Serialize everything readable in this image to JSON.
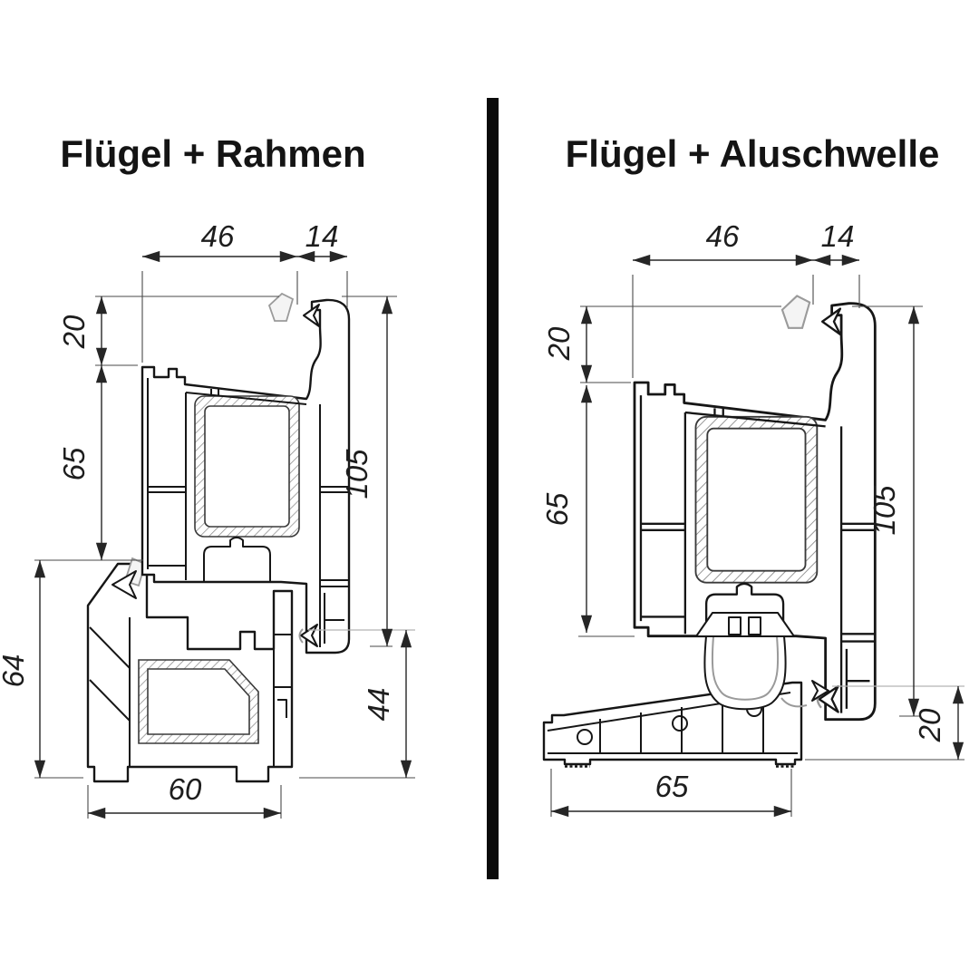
{
  "colors": {
    "background": "#ffffff",
    "profile_line": "#161616",
    "dimension_line": "#262626",
    "auxiliary_line": "#b3b3b3",
    "divider": "#0a0a0a"
  },
  "panels": [
    {
      "title": "Flügel + Rahmen",
      "dimensions": {
        "sash_width": "46",
        "overlap_width": "14",
        "top_offset": "20",
        "sash_height": "65",
        "frame_height": "64",
        "total_height": "105",
        "lower_height": "44",
        "frame_width": "60"
      }
    },
    {
      "title": "Flügel + Aluschwelle",
      "dimensions": {
        "sash_width": "46",
        "overlap_width": "14",
        "top_offset": "20",
        "sash_height": "65",
        "total_height": "105",
        "threshold_height": "20",
        "threshold_width": "65"
      }
    }
  ]
}
